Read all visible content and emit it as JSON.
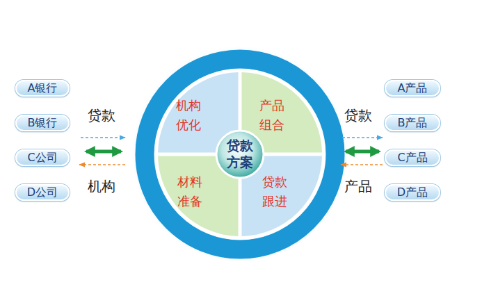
{
  "diagram": {
    "nodes": [
      {
        "text": [
          "A银行"
        ]
      },
      {
        "text": [
          "B银行"
        ]
      },
      {
        "text": [
          "C公司"
        ]
      },
      {
        "text": [
          "D公司"
        ]
      },
      {
        "text": [
          "机构 优化"
        ]
      },
      {
        "text": [
          "产品 组合"
        ]
      },
      {
        "text": [
          "材料 准备"
        ]
      },
      {
        "text": [
          "贷款 跟进"
        ]
      },
      {
        "text": [
          "贷款 方案"
        ]
      },
      {
        "text": [
          "A产品"
        ]
      },
      {
        "text": [
          "B产品"
        ]
      },
      {
        "text": [
          "C产品"
        ]
      },
      {
        "text": [
          "D产品"
        ]
      }
    ],
    "labels": [
      "贷款",
      "机构",
      "贷款",
      "产品"
    ]
  }
}
